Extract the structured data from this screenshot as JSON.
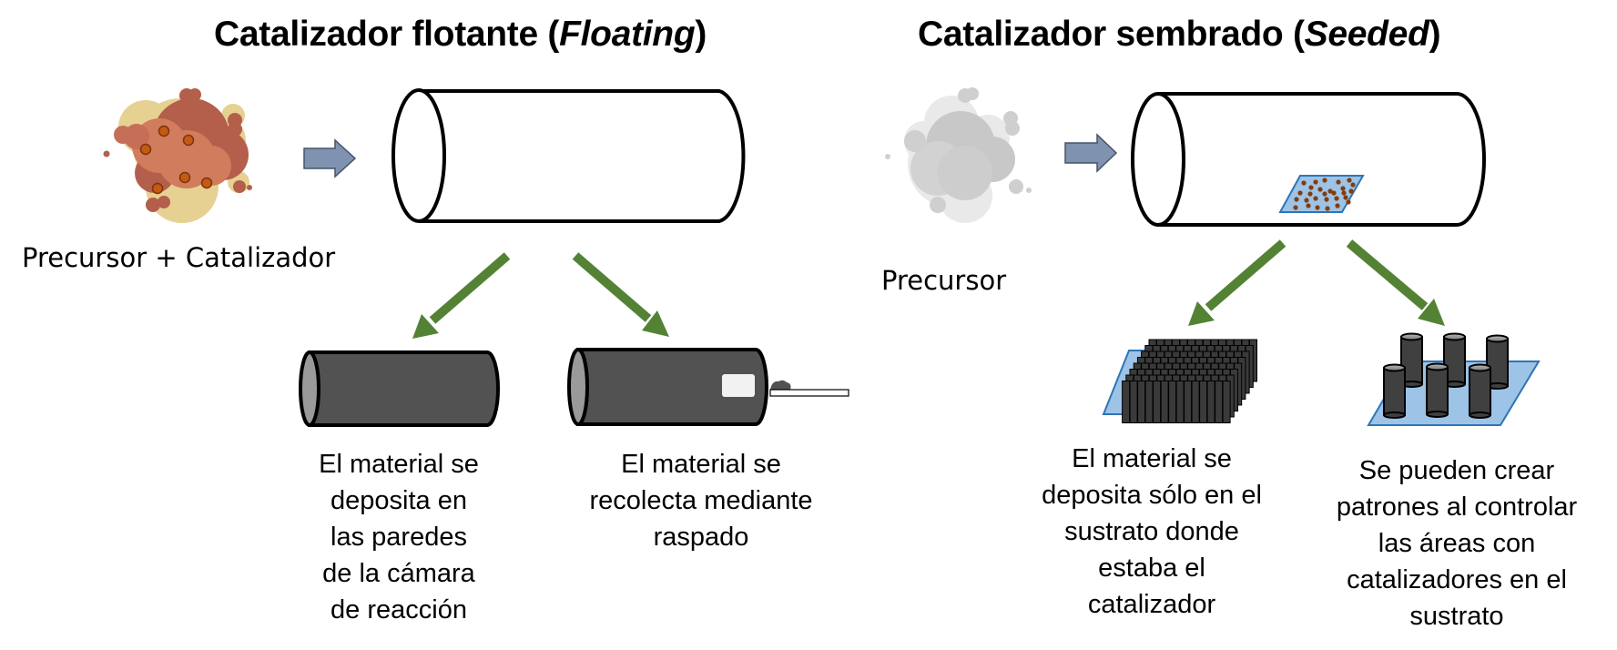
{
  "titles": {
    "floating_prefix": "Catalizador flotante (",
    "floating_italic": "Floating",
    "floating_suffix": ")",
    "seeded_prefix": "Catalizador sembrado (",
    "seeded_italic": "Seeded",
    "seeded_suffix": ")"
  },
  "inputs": {
    "floating_label": "Precursor + Catalizador",
    "seeded_label": "Precursor"
  },
  "captions": {
    "floating_walls": "El material se\ndeposita en\nlas paredes\nde la cámara\nde reacción",
    "floating_scraping": "El material se\nrecolecta mediante\nraspado",
    "seeded_substrate": "El material se\ndeposita sólo en el\nsustrato donde\nestaba el\ncatalizador",
    "seeded_patterns": "Se pueden crear\npatrones al controlar\nlas áreas con\ncatalizadores en el\nsustrato"
  },
  "colors": {
    "flow_arrow": "#7f93b0",
    "result_arrow": "#548235",
    "substrate": "#9dc3e6",
    "substrate_border": "#2e75b6",
    "deposit": "#404040",
    "catalyst_dot": "#c55a11"
  }
}
